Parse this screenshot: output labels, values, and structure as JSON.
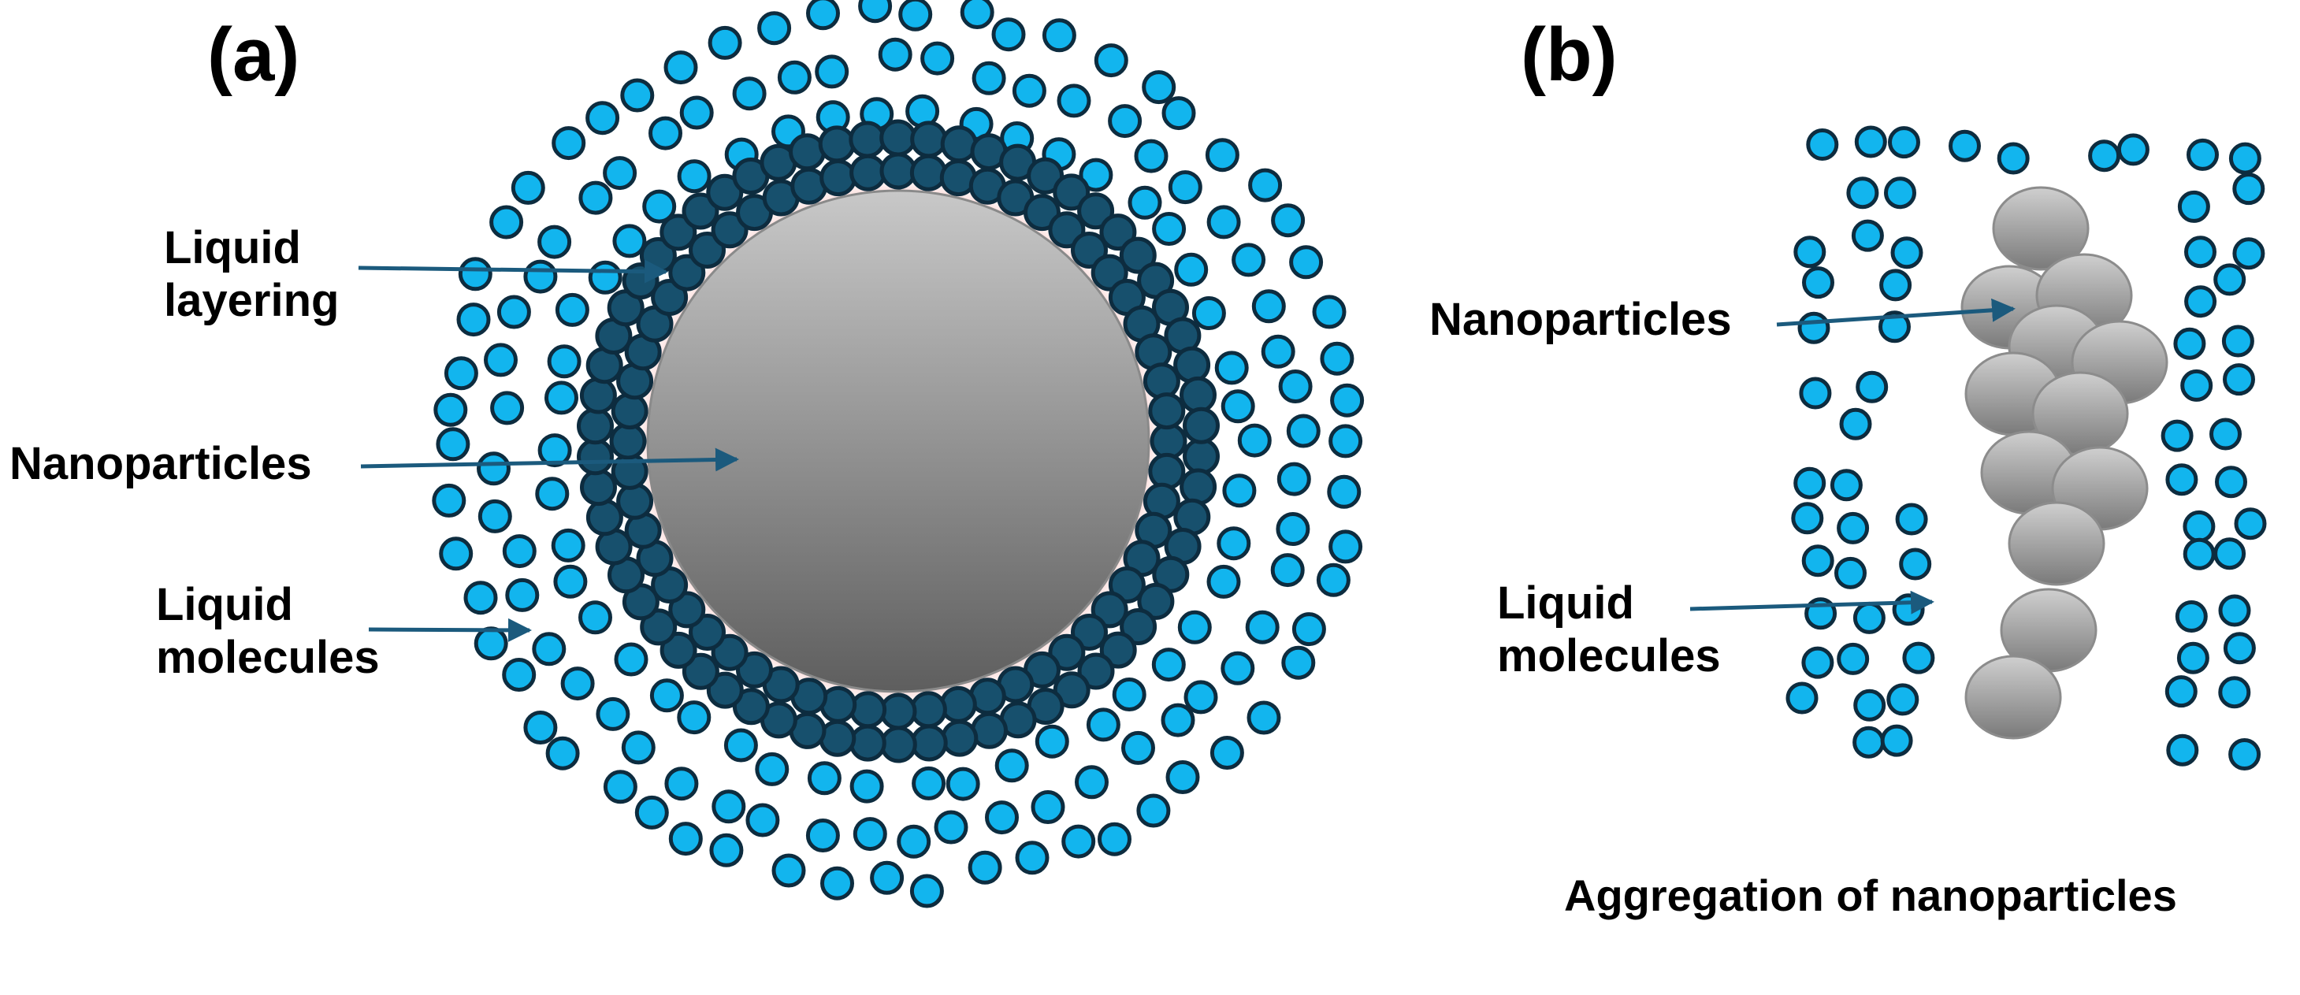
{
  "panel_a": {
    "label": "(a)",
    "labels": {
      "liquid_layering": [
        "Liquid",
        "layering"
      ],
      "nanoparticles": "Nanoparticles",
      "liquid_molecules": [
        "Liquid",
        "molecules"
      ]
    }
  },
  "panel_b": {
    "label": "(b)",
    "labels": {
      "nanoparticles": "Nanoparticles",
      "liquid_molecules": [
        "Liquid",
        "molecules"
      ]
    },
    "caption": "Aggregation of nanoparticles"
  },
  "colors": {
    "liquid_molecule": "#12b5ee",
    "layer_molecule": "#17506d",
    "outline": "#0d2c3f",
    "arrow": "#1b5a7d",
    "halo": "#f5a09c",
    "particle_light": "#c4c4c4",
    "particle_dark": "#5f5f5f"
  }
}
